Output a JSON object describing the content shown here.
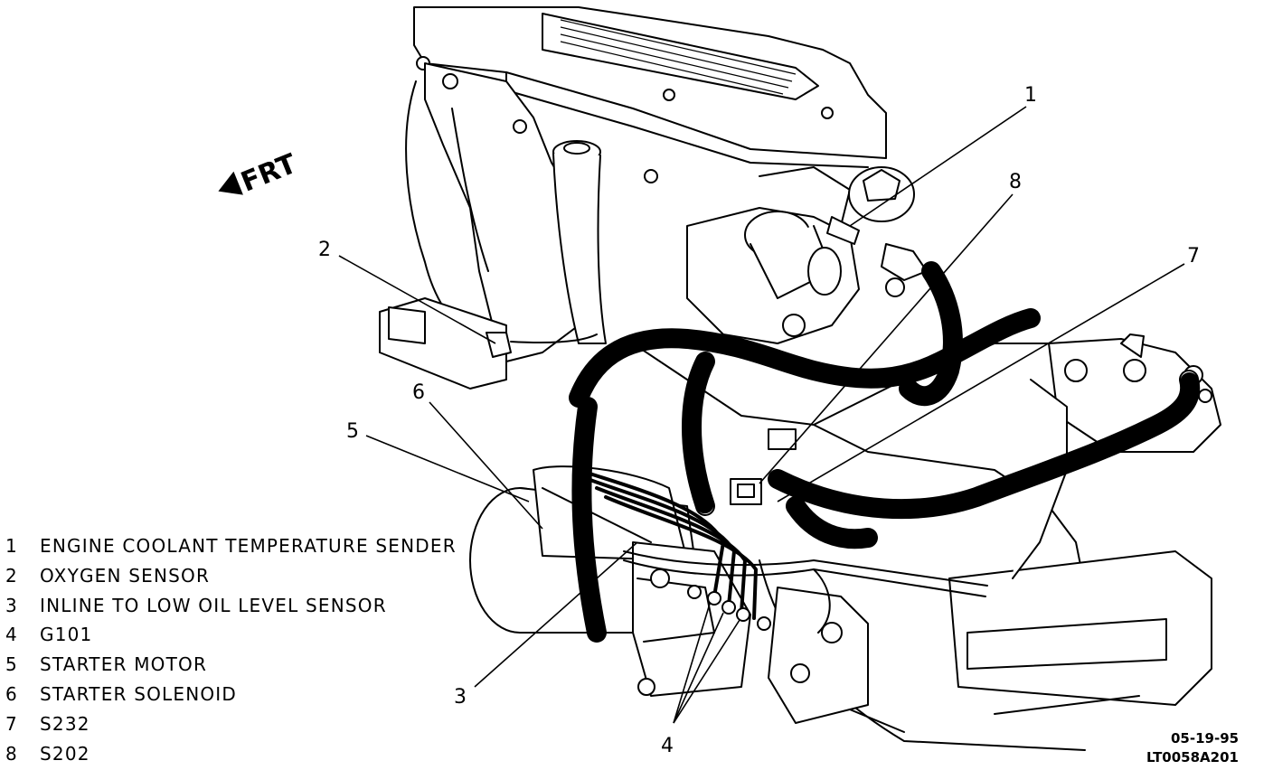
{
  "orientation": {
    "label": "FRT"
  },
  "callouts": [
    {
      "number": "1",
      "name": "ENGINE COOLANT TEMPERATURE SENDER"
    },
    {
      "number": "2",
      "name": "OXYGEN SENSOR"
    },
    {
      "number": "3",
      "name": "INLINE TO LOW OIL LEVEL SENSOR"
    },
    {
      "number": "4",
      "name": "G101"
    },
    {
      "number": "5",
      "name": "STARTER MOTOR"
    },
    {
      "number": "6",
      "name": "STARTER SOLENOID"
    },
    {
      "number": "7",
      "name": "S232"
    },
    {
      "number": "8",
      "name": "S202"
    }
  ],
  "footer": {
    "date": "05-19-95",
    "code": "LT0058A201"
  }
}
